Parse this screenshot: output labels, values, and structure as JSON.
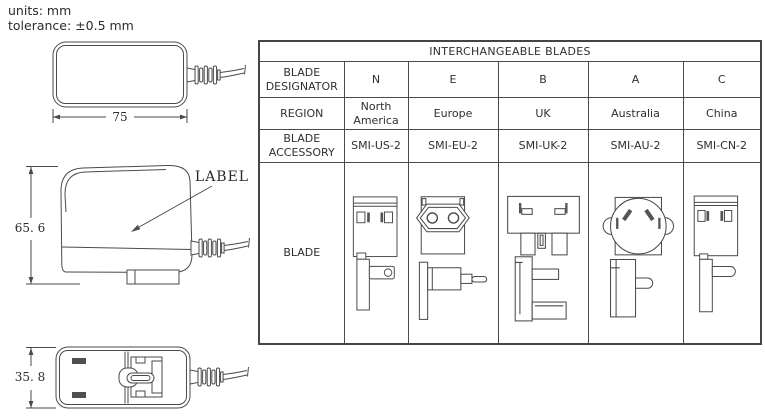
{
  "notes": {
    "units": "units: mm",
    "tolerance": "tolerance: ±0.5 mm"
  },
  "drawings": {
    "top_view": {
      "dimension": "75"
    },
    "side_view": {
      "dimension": "65. 6",
      "label": "LABEL"
    },
    "bottom_view": {
      "dimension": "35. 8"
    }
  },
  "table": {
    "title": "INTERCHANGEABLE BLADES",
    "rows": {
      "designator": {
        "header": "BLADE DESIGNATOR",
        "values": [
          "N",
          "E",
          "B",
          "A",
          "C"
        ]
      },
      "region": {
        "header": "REGION",
        "values": [
          "North America",
          "Europe",
          "UK",
          "Australia",
          "China"
        ]
      },
      "accessory": {
        "header": "BLADE ACCESSORY",
        "values": [
          "SMI-US-2",
          "SMI-EU-2",
          "SMI-UK-2",
          "SMI-AU-2",
          "SMI-CN-2"
        ]
      },
      "blade": {
        "header": "BLADE",
        "drawings": [
          "us-blade-icon",
          "eu-blade-icon",
          "uk-blade-icon",
          "au-blade-icon",
          "cn-blade-icon"
        ]
      }
    }
  },
  "colors": {
    "line": "#4a4a4a",
    "text": "#2f2f2f",
    "background": "#ffffff"
  }
}
